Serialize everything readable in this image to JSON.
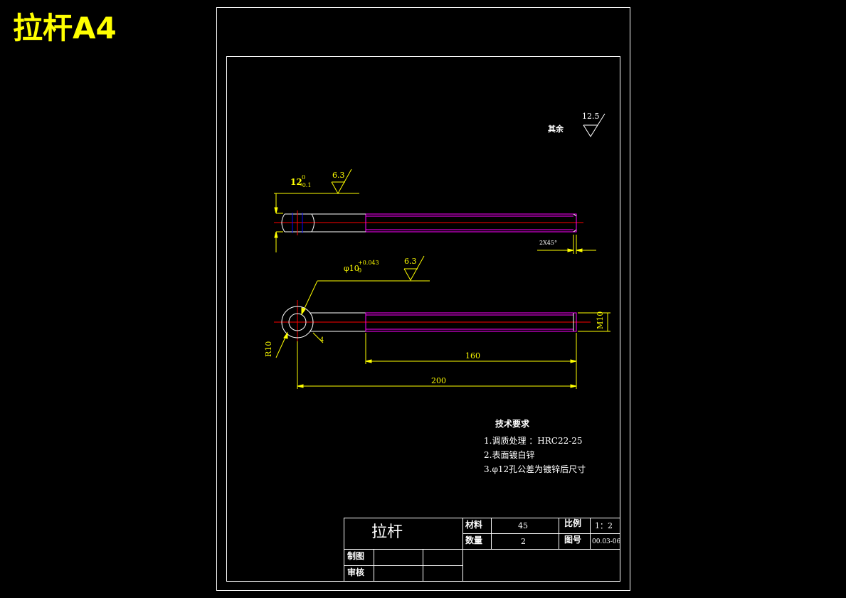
{
  "sheet_heading": "拉杆A4",
  "roughness": {
    "general": "12.5",
    "general_note": "其余",
    "side_view": "6.3",
    "front_view": "6.3"
  },
  "dimensions": {
    "width_nominal": "12",
    "width_upper_dev": "0",
    "width_lower_dev": "-0.1",
    "chamfer": "2X45°",
    "hole_nominal": "φ10",
    "hole_upper_dev": "+0.043",
    "hole_lower_dev": "0",
    "radius": "R10",
    "thread": "M10",
    "thread_length": "160",
    "overall_length": "200",
    "small_mark": "4"
  },
  "tech_requirements": {
    "title": "技术要求",
    "items": [
      "1.调质处理 ：HRC22-25",
      "2.表面镀白锌",
      "3.φ12孔公差为镀锌后尺寸"
    ]
  },
  "title_block": {
    "part_name": "拉杆",
    "material_label": "材料",
    "material_value": "45",
    "quantity_label": "数量",
    "quantity_value": "2",
    "scale_label": "比例",
    "scale_value": "1：2",
    "drawing_no_label": "图号",
    "drawing_no_value": "00.03-06",
    "drawn_label": "制图",
    "checked_label": "审核"
  },
  "colors": {
    "background": "#000000",
    "frame": "#ffffff",
    "dimension": "#ffff00",
    "centerline": "#ff0000",
    "thread": "#ff00ff",
    "hidden": "#0000ff"
  }
}
